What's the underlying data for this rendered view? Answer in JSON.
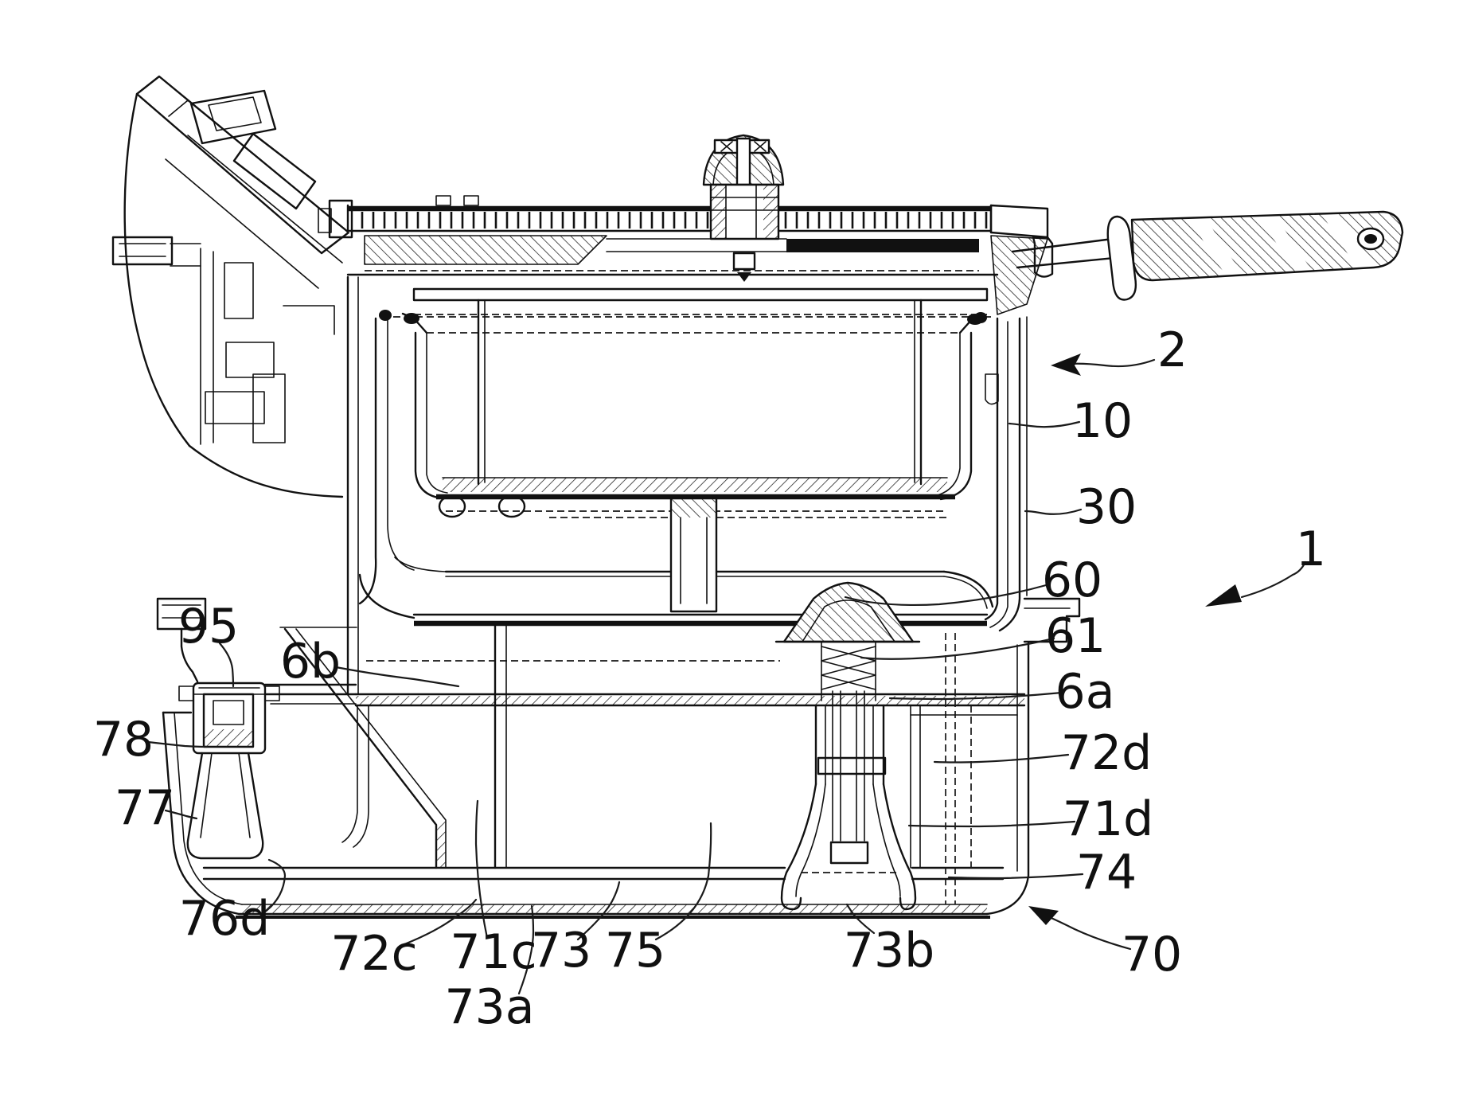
{
  "figure": {
    "background": "#ffffff",
    "ink": "#111111",
    "labels": {
      "l1": "1",
      "l2": "2",
      "l10": "10",
      "l30": "30",
      "l60": "60",
      "l61": "61",
      "l6a": "6a",
      "l6b": "6b",
      "l70": "70",
      "l71c": "71c",
      "l71d": "71d",
      "l72c": "72c",
      "l72d": "72d",
      "l73": "73",
      "l73a": "73a",
      "l73b": "73b",
      "l74": "74",
      "l75": "75",
      "l76d": "76d",
      "l77": "77",
      "l78": "78",
      "l95": "95"
    }
  }
}
